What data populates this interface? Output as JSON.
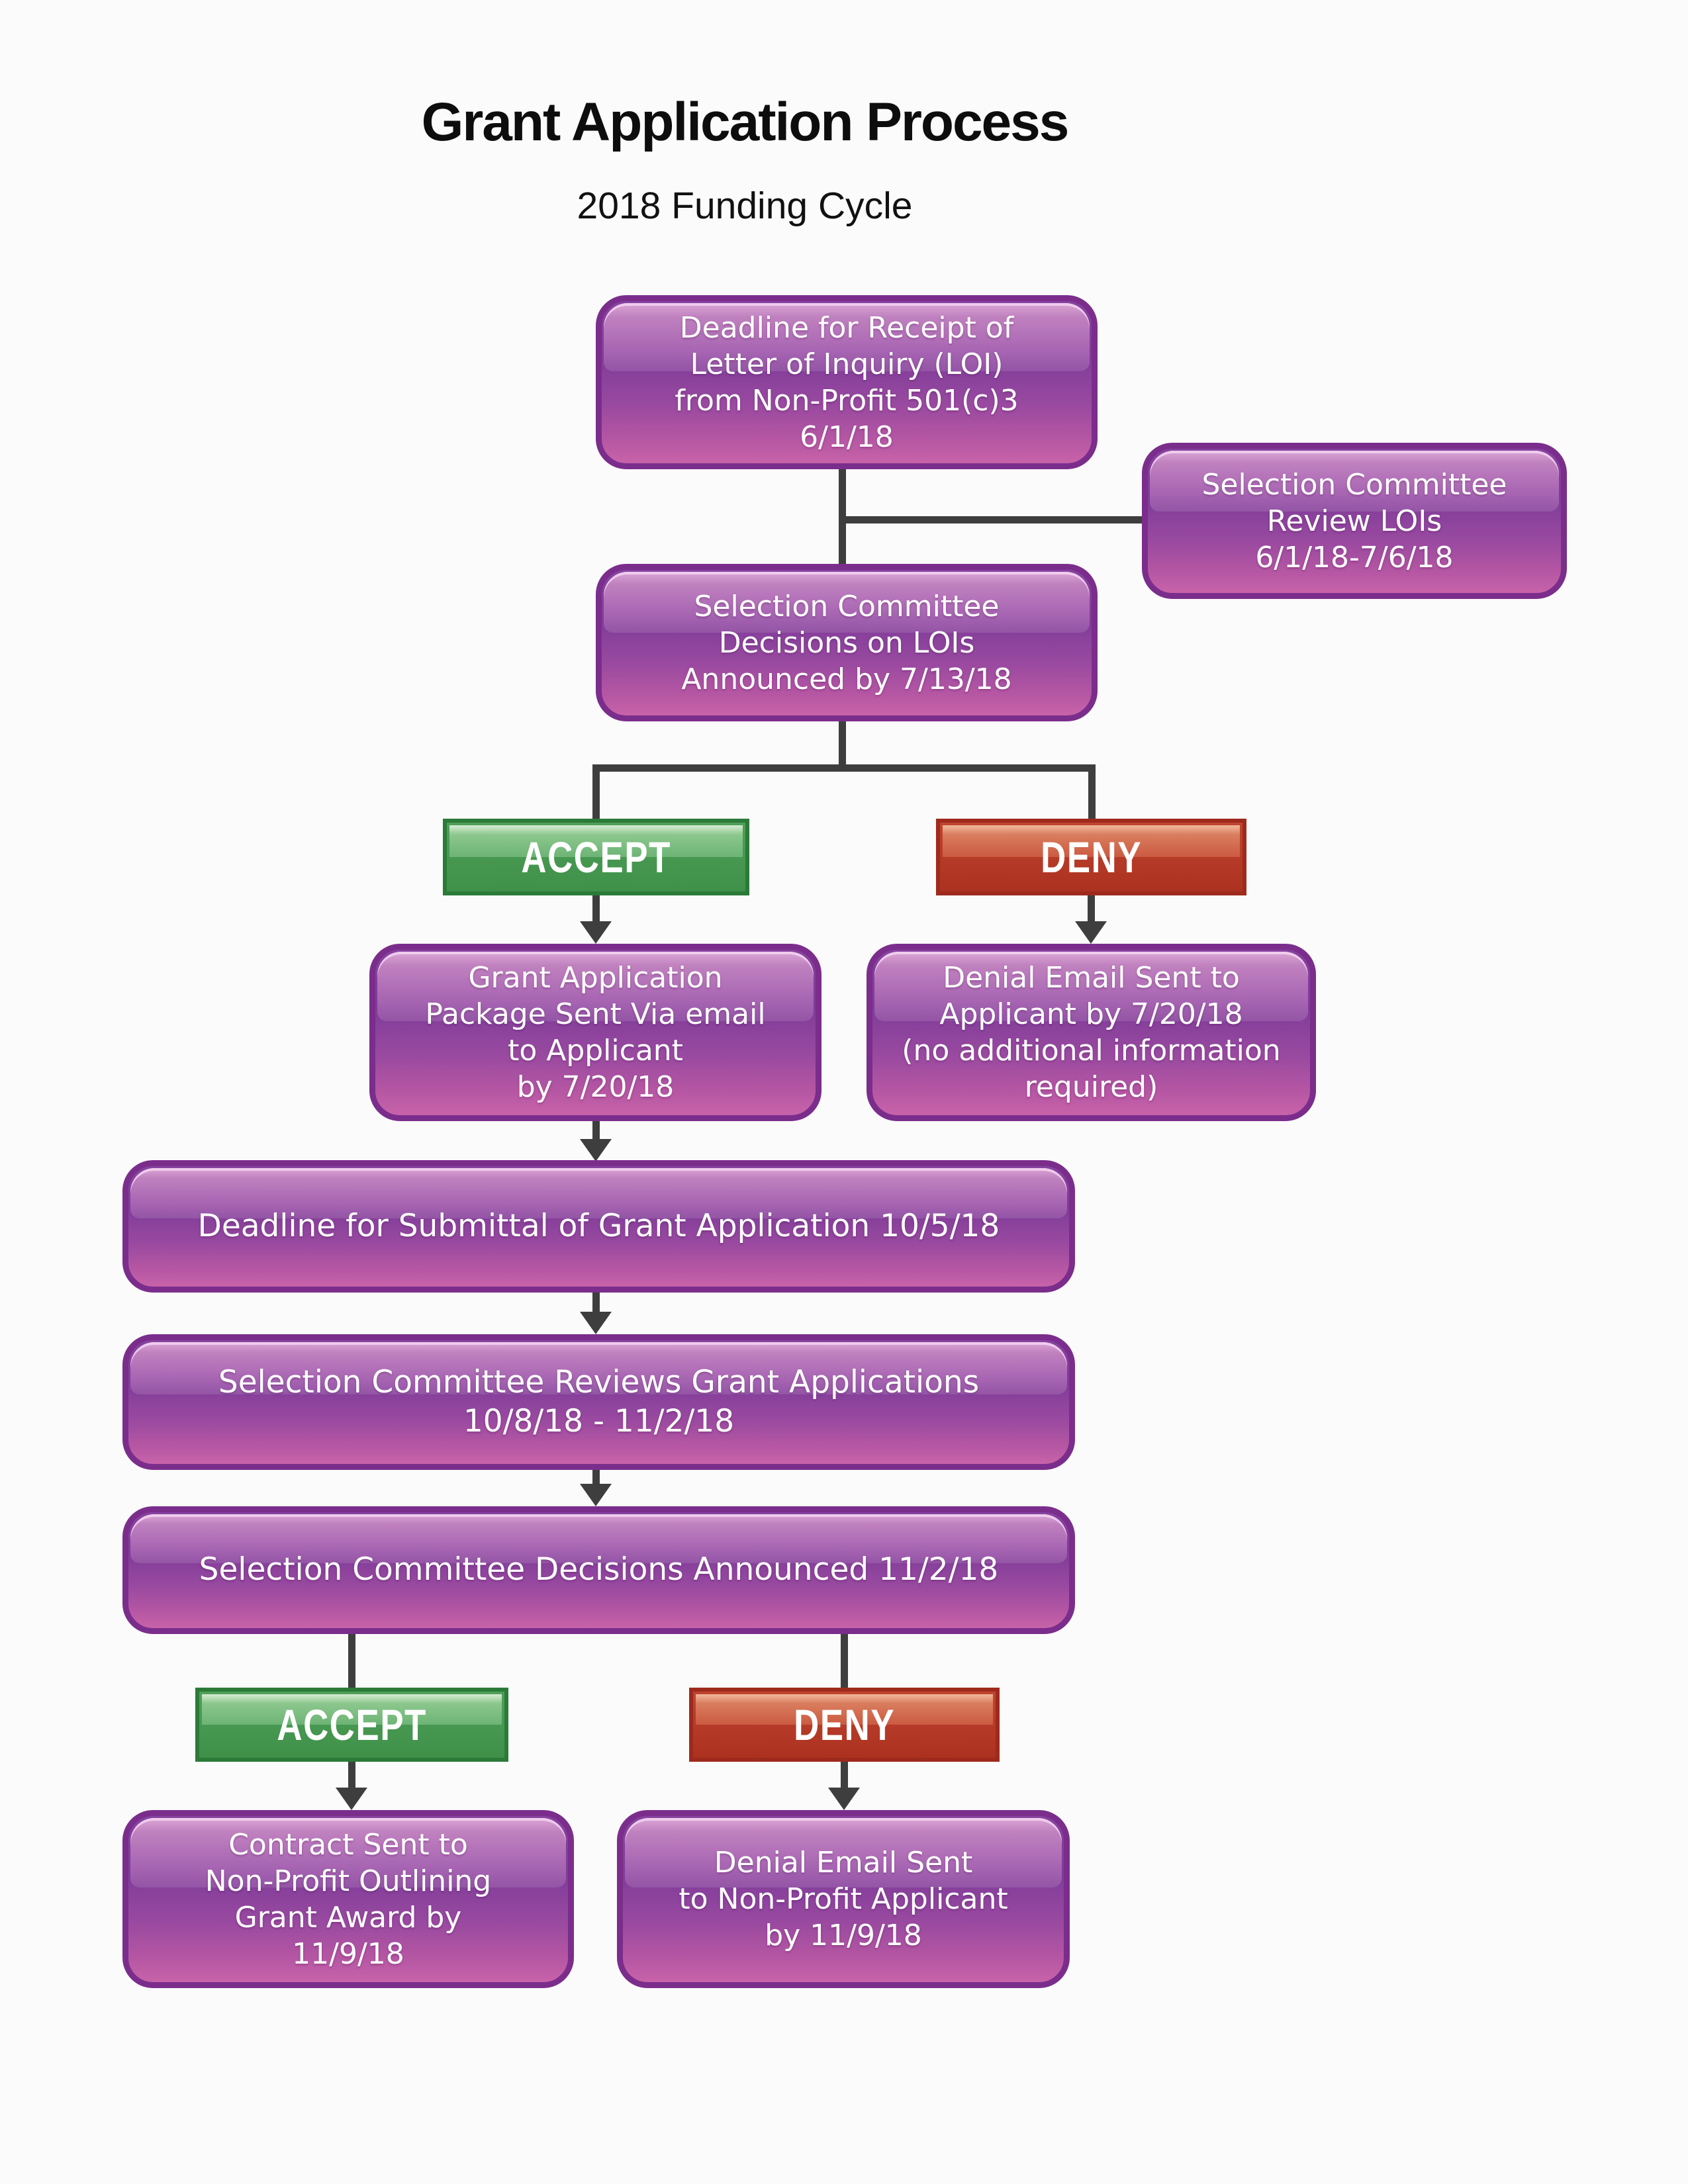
{
  "header": {
    "title": "Grant Application Process",
    "subtitle": "2018 Funding Cycle"
  },
  "colors": {
    "bg": "#fbfbfb",
    "connector": "#3e3e3e",
    "purple_border": "#7b2d8c",
    "purple_mid_1": "#86429f",
    "purple_mid_2": "#7f3c99",
    "purple_low": "#b556a3",
    "purple_bottom": "#c763a9",
    "purple_gloss_top": "#dba8d6",
    "purple_gloss_bottom": "#9455a6",
    "green_border": "#2c7a38",
    "green_bottom": "#3f9049",
    "green_gloss": "#d8ecd2",
    "red_border": "#9e2a1d",
    "red_bottom": "#ac3120",
    "red_gloss": "#f2b89c"
  },
  "nodes": {
    "deadline_loi": {
      "text": "Deadline for Receipt of\nLetter of Inquiry (LOI)\nfrom Non-Profit 501(c)3\n6/1/18"
    },
    "review_lois": {
      "text": "Selection Committee\nReview LOIs\n6/1/18-7/6/18"
    },
    "decisions_lois": {
      "text": "Selection Committee\nDecisions on LOIs\nAnnounced by 7/13/18"
    },
    "accept_1": {
      "label": "ACCEPT"
    },
    "deny_1": {
      "label": "DENY"
    },
    "grant_package": {
      "text": "Grant Application\nPackage Sent Via email\nto Applicant\nby 7/20/18"
    },
    "denial_email_1": {
      "text": "Denial Email Sent to\nApplicant by 7/20/18\n(no additional information\nrequired)"
    },
    "submittal_deadline": {
      "text": "Deadline for Submittal of Grant Application 10/5/18"
    },
    "committee_reviews": {
      "text": "Selection Committee Reviews Grant Applications\n10/8/18 - 11/2/18"
    },
    "decisions_announced": {
      "text": "Selection Committee Decisions Announced 11/2/18"
    },
    "accept_2": {
      "label": "ACCEPT"
    },
    "deny_2": {
      "label": "DENY"
    },
    "contract_sent": {
      "text": "Contract Sent to\nNon-Profit Outlining\nGrant Award by\n11/9/18"
    },
    "denial_email_2": {
      "text": "Denial Email Sent\nto Non-Profit Applicant\nby 11/9/18"
    }
  }
}
